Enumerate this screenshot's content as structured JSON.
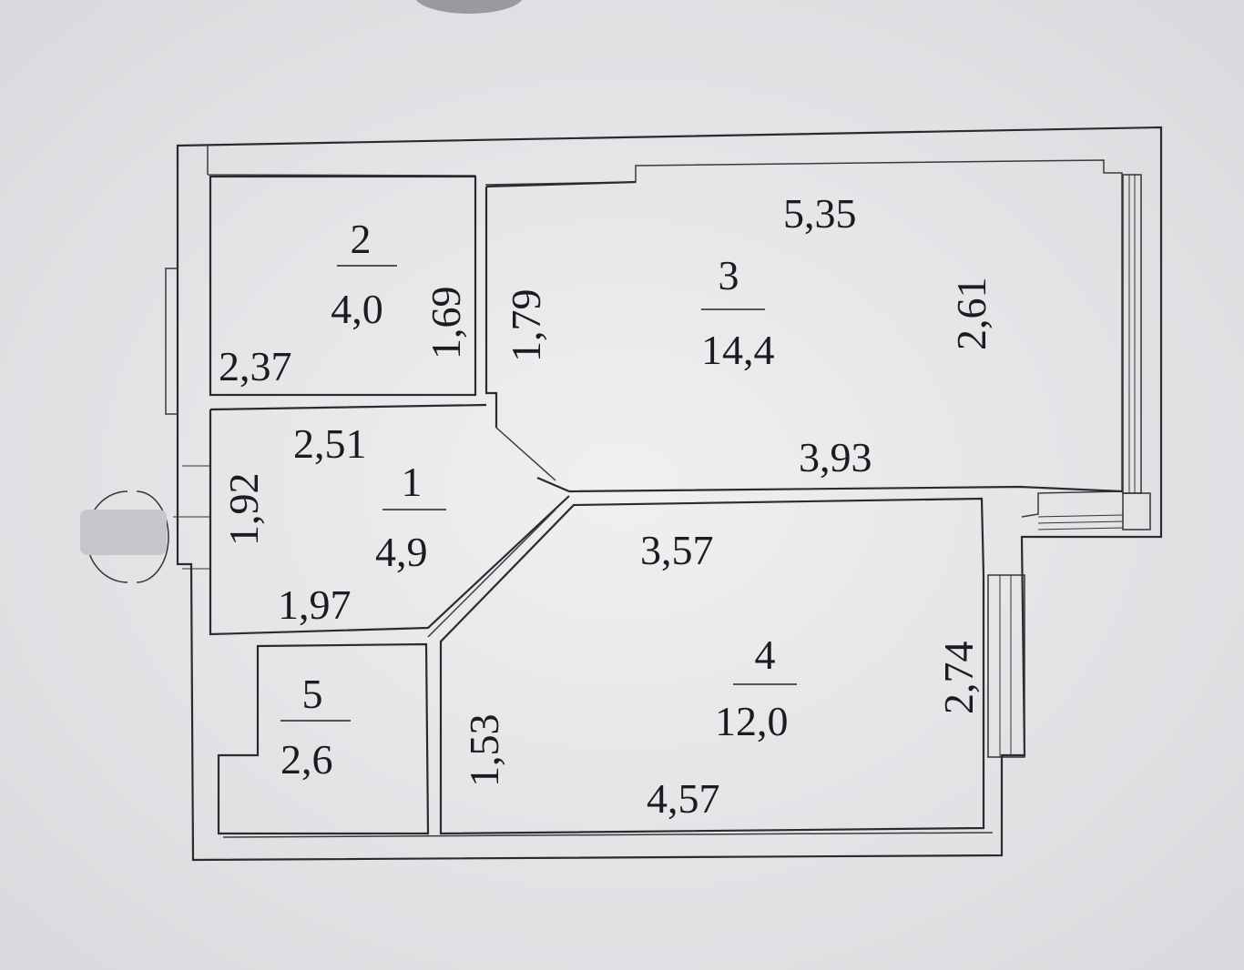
{
  "plan": {
    "rooms": [
      {
        "number": "1",
        "area": "4,9",
        "dims": [
          "2,51",
          "1,92",
          "1,97"
        ]
      },
      {
        "number": "2",
        "area": "4,0",
        "dims": [
          "2,37",
          "1,69"
        ]
      },
      {
        "number": "3",
        "area": "14,4",
        "dims": [
          "5,35",
          "2,61",
          "3,93",
          "1,79"
        ]
      },
      {
        "number": "4",
        "area": "12,0",
        "dims": [
          "3,57",
          "2,74",
          "4,57",
          "1,53"
        ]
      },
      {
        "number": "5",
        "area": "2,6",
        "dims": []
      }
    ]
  }
}
